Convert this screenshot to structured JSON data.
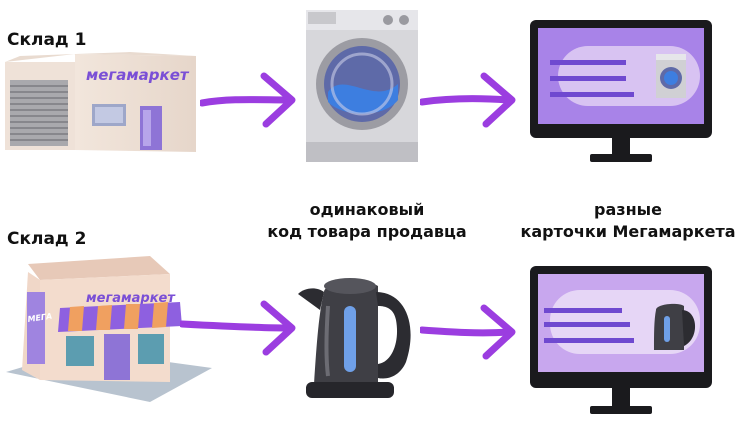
{
  "warehouses": [
    {
      "label": "Склад 1",
      "sign": "мегамаркет"
    },
    {
      "label": "Склад 2",
      "sign": "мегамаркет",
      "side_sign": "МЕГА"
    }
  ],
  "captions": {
    "same_code_line1": "одинаковый",
    "same_code_line2": "код товара продавца",
    "cards_line1": "разные",
    "cards_line2": "карточки Мегамаркета"
  },
  "products": [
    {
      "icon": "washing-machine-icon"
    },
    {
      "icon": "kettle-icon"
    }
  ],
  "colors": {
    "accent": "#9b3de0",
    "screen_bg": "#a883e8",
    "screen_bg_2": "#d8c3f2",
    "brand_text": "#7a4fd6",
    "text": "#111111"
  }
}
